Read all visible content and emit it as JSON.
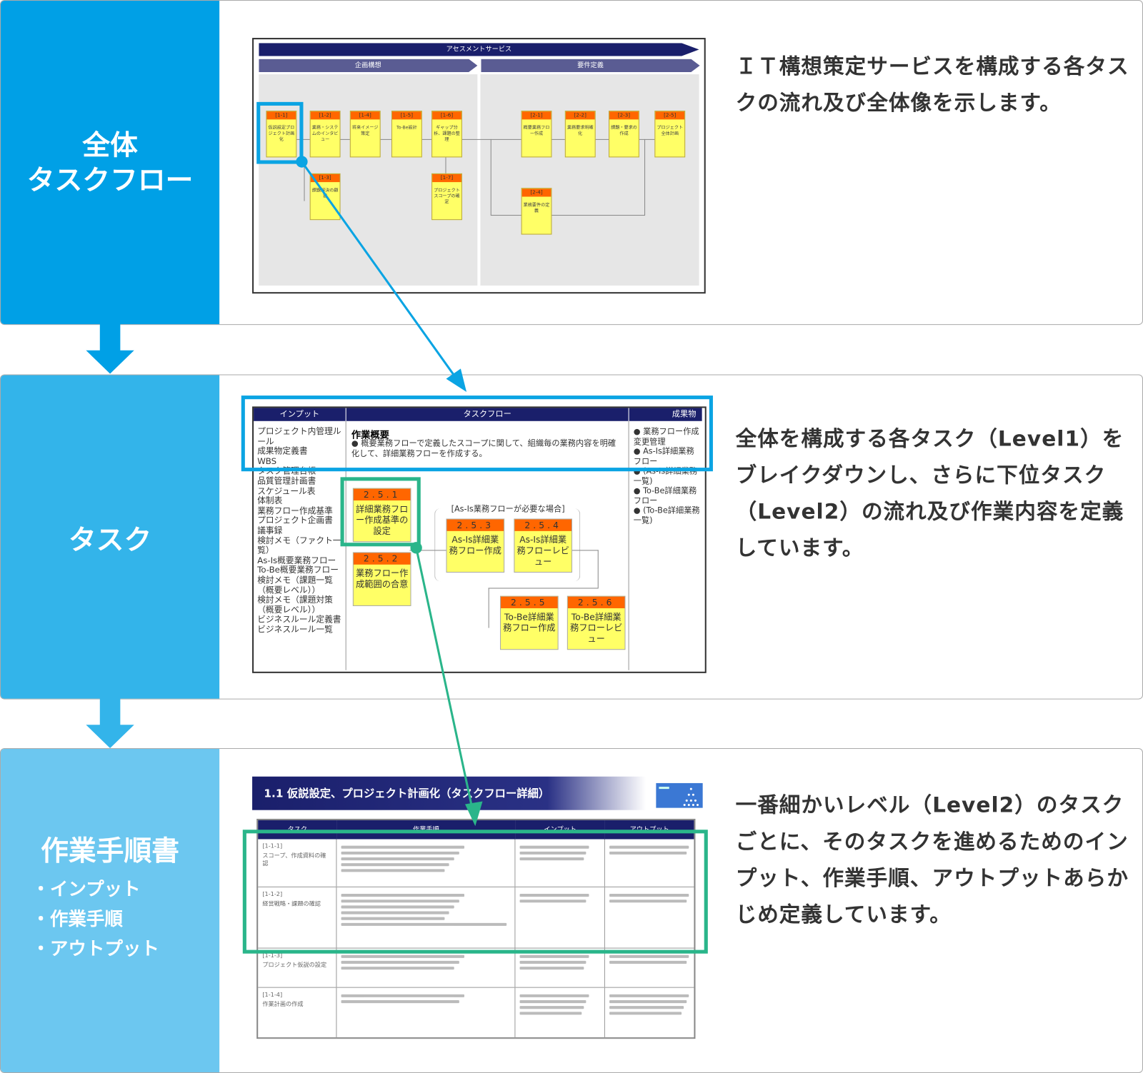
{
  "colors": {
    "row1": "#00a0e6",
    "row2": "#33b4ea",
    "row3": "#6cc7f0",
    "blue_highlight": "#0ba4e3",
    "green_highlight": "#2ab58a"
  },
  "rows": [
    {
      "title_lines": [
        "全体",
        "タスクフロー"
      ],
      "description": "ＩＴ構想策定サービスを構成する各タスクの流れ及び全体像を示します。"
    },
    {
      "title_lines": [
        "タスク"
      ],
      "description": "全体を構成する各タスク（Level1）をブレイクダウンし、さらに下位タスク（Level2）の流れ及び作業内容を定義しています。"
    },
    {
      "title_lines": [
        "作業手順書"
      ],
      "bullets": [
        "・インプット",
        "・作業手順",
        "・アウトプット"
      ],
      "description": "一番細かいレベル（Level2）のタスクごとに、そのタスクを進めるためのインプット、作業手順、アウトプットあらかじめ定義しています。"
    }
  ],
  "overview": {
    "main_banner": "アセスメントサービス",
    "phase1": "企画構想",
    "phase2": "要件定義",
    "tasks": [
      {
        "id": "[1-1]",
        "label": "仮説設定プロジェクト計画化"
      },
      {
        "id": "[1-2]",
        "label": "業務・システムのインタビュー"
      },
      {
        "id": "[1-4]",
        "label": "将来イメージ策定"
      },
      {
        "id": "[1-5]",
        "label": "To-Be設計"
      },
      {
        "id": "[1-6]",
        "label": "ギャップ分析、課題の整理"
      },
      {
        "id": "[2-1]",
        "label": "概要業務フロー作成"
      },
      {
        "id": "[2-2]",
        "label": "業務要求明確化"
      },
      {
        "id": "[2-3]",
        "label": "課題・要求の作成"
      },
      {
        "id": "[2-5]",
        "label": "プロジェクト全体計画"
      },
      {
        "id": "[1-3]",
        "label": "課題解決の顧客"
      },
      {
        "id": "[1-7]",
        "label": "プロジェクトスコープの確定"
      },
      {
        "id": "[2-4]",
        "label": "業務要件の定義"
      }
    ]
  },
  "task_sheet": {
    "headers": [
      "インプット",
      "タスクフロー",
      "成果物"
    ],
    "inputs": [
      "プロジェクト内管理ルール",
      "成果物定義書",
      "WBS",
      "タスク管理台帳",
      "品質管理計画書",
      "スケジュール表",
      "体制表",
      "業務フロー作成基準",
      "プロジェクト企画書",
      "議事録",
      "検討メモ（ファクト一覧）",
      "As-Is概要業務フロー",
      "To-Be概要業務フロー",
      "検討メモ（課題一覧（概要レベル））",
      "検討メモ（課題対策（概要レベル））",
      "ビジネスルール定義書",
      "ビジネスルール一覧"
    ],
    "summary_title": "作業概要",
    "summary_text": "● 概要業務フローで定義したスコープに関して、組織毎の業務内容を明確化して、詳細業務フローを作成する。",
    "condition": "[As-Is業務フローが必要な場合]",
    "outputs": [
      "● 業務フロー作成変更管理",
      "● As-Is詳細業務フロー",
      "● (As-Is詳細業務一覧)",
      "● To-Be詳細業務フロー",
      "● (To-Be詳細業務一覧)"
    ],
    "flow": [
      {
        "id": "2.5.1",
        "label": "詳細業務フロー作成基準の設定"
      },
      {
        "id": "2.5.2",
        "label": "業務フロー作成範囲の合意"
      },
      {
        "id": "2.5.3",
        "label": "As-Is詳細業務フロー作成"
      },
      {
        "id": "2.5.4",
        "label": "As-Is詳細業務フローレビュー"
      },
      {
        "id": "2.5.5",
        "label": "To-Be詳細業務フロー作成"
      },
      {
        "id": "2.5.6",
        "label": "To-Be詳細業務フローレビュー"
      }
    ]
  },
  "procedure": {
    "title": "1.1  仮説設定、プロジェクト計画化（タスクフロー詳細）",
    "headers": [
      "タスク",
      "作業手順",
      "インプット",
      "アウトプット"
    ],
    "rows": [
      {
        "id": "[1-1-1]",
        "name": "スコープ、作成資料の確認",
        "steps": 5,
        "inputs": 3,
        "outputs": 2
      },
      {
        "id": "[1-1-2]",
        "name": "経営戦略・課題の確認",
        "steps": 6,
        "inputs": 2,
        "outputs": 2
      },
      {
        "id": "[1-1-3]",
        "name": "プロジェクト仮説の設定",
        "steps": 3,
        "inputs": 3,
        "outputs": 2
      },
      {
        "id": "[1-1-4]",
        "name": "作業計画の作成",
        "steps": 2,
        "inputs": 4,
        "outputs": 4
      }
    ]
  }
}
